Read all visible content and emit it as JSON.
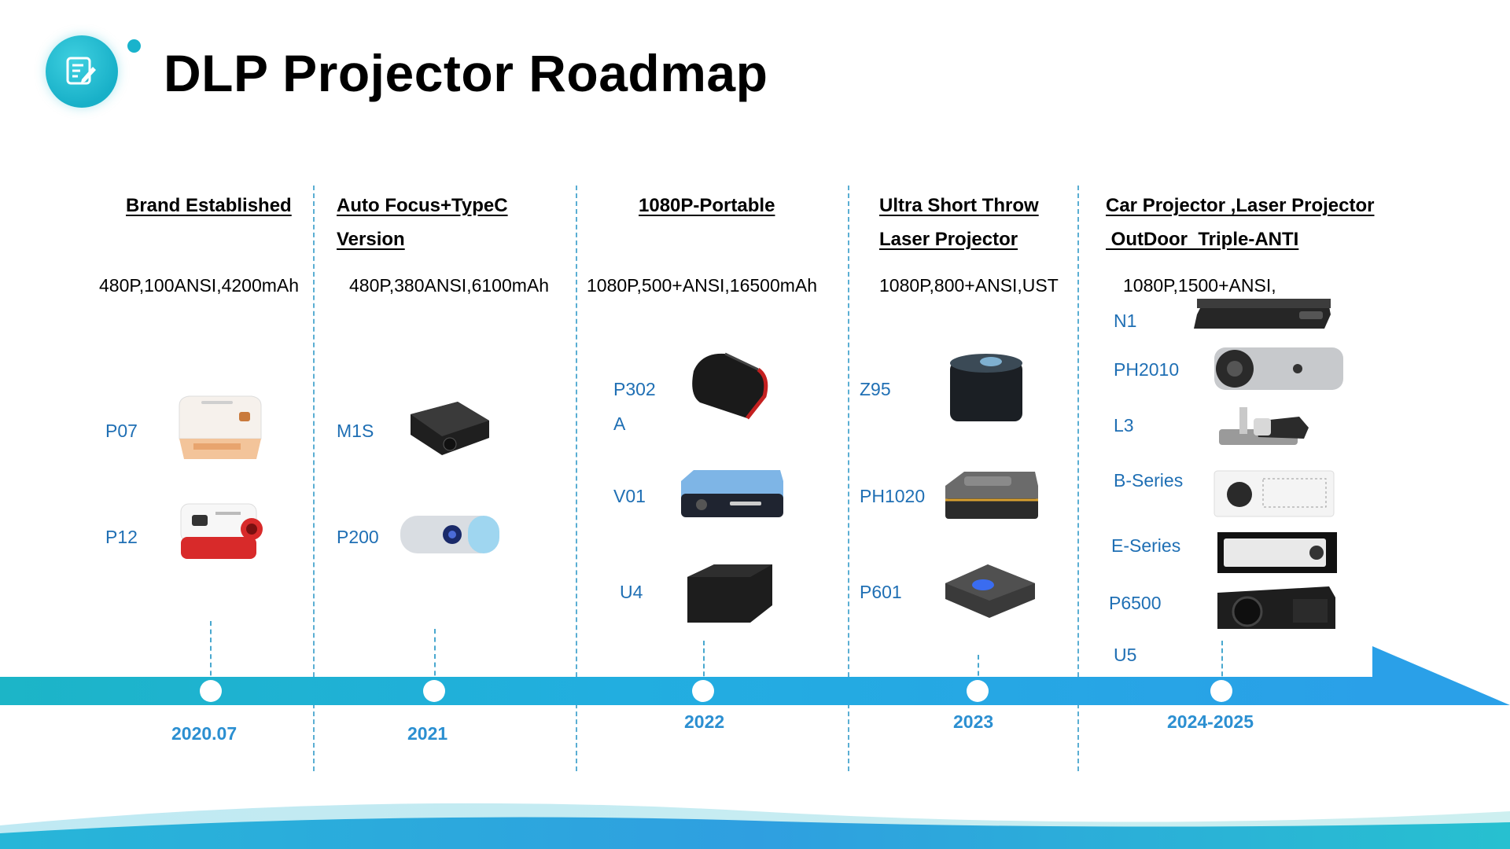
{
  "header": {
    "title": "DLP Projector Roadmap",
    "icon": "notepad-edit-icon"
  },
  "columns": [
    {
      "headings": [
        "Brand Established"
      ],
      "spec": "480P,100ANSI,4200mAh",
      "year": "2020.07",
      "models": [
        "P07",
        "P12"
      ]
    },
    {
      "headings": [
        "Auto Focus+TypeC",
        "Version"
      ],
      "spec": "480P,380ANSI,6100mAh",
      "year": "2021",
      "models": [
        "M1S",
        "P200"
      ]
    },
    {
      "headings": [
        "1080P-Portable"
      ],
      "spec": "1080P,500+ANSI,16500mAh",
      "year": "2022",
      "models": [
        "P302",
        "A",
        "V01",
        "U4"
      ]
    },
    {
      "headings": [
        "Ultra Short Throw",
        "Laser Projector"
      ],
      "spec": "1080P,800+ANSI,UST",
      "year": "2023",
      "models": [
        "Z95",
        "PH1020",
        "P601"
      ]
    },
    {
      "headings": [
        "Car Projector ,Laser Projector",
        " OutDoor  Triple-ANTI"
      ],
      "spec": "1080P,1500+ANSI,",
      "year": "2024-2025",
      "models": [
        "N1",
        "PH2010",
        "L3",
        "B-Series",
        "E-Series",
        "P6500",
        "U5"
      ]
    }
  ],
  "colors": {
    "accent": "#19b3cc",
    "timeline": "#22aee0",
    "model_text": "#1f6fb4",
    "year_text": "#2b8fd1"
  }
}
